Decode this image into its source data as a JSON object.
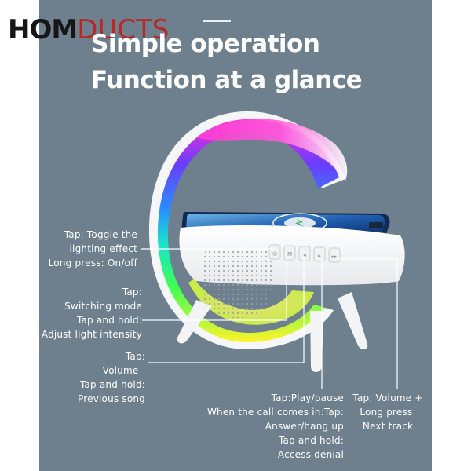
{
  "logo": {
    "part1": "HOM",
    "part2": "DUCTS"
  },
  "headline": {
    "line1": "Simple operation",
    "line2": "Function at a glance"
  },
  "callouts": {
    "lighting": {
      "line1": "Tap: Toggle the",
      "line2": "lighting effect",
      "line3": "Long press: On/off"
    },
    "mode": {
      "line1": "Tap:",
      "line2": "Switching mode",
      "line3": "Tap and hold:",
      "line4": "Adjust light intensity"
    },
    "volume_down": {
      "line1": "Tap:",
      "line2": "Volume -",
      "line3": "Tap and hold:",
      "line4": "Previous song"
    },
    "play": {
      "line1": "Tap:Play/pause",
      "line2": "When the call comes in:Tap:",
      "line3": "Answer/hang up",
      "line4": "Tap and hold:",
      "line5": "Access denial"
    },
    "volume_up": {
      "line1": "Tap: Volume +",
      "line2": "Long press:",
      "line3": "Next track"
    }
  },
  "colors": {
    "background": "#6e7f8e",
    "logo_dark": "#161616",
    "logo_red": "#b82727"
  }
}
